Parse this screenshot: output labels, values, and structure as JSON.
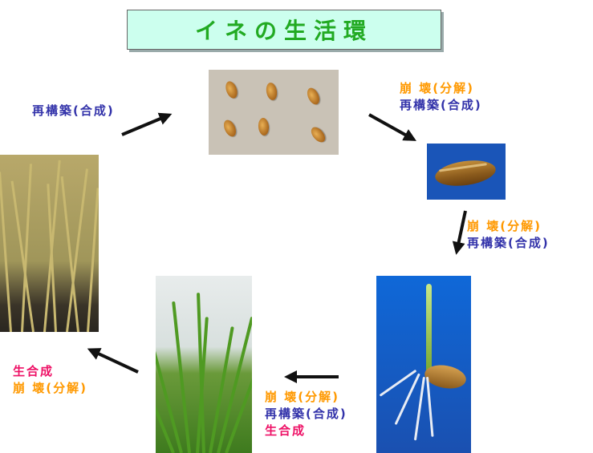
{
  "title": "イネの生活環",
  "labels": {
    "top_left": {
      "line1": "再構築(合成)"
    },
    "top_right": {
      "line1": "崩 壊(分解)",
      "line2": "再構築(合成)"
    },
    "right_mid": {
      "line1": "崩 壊(分解)",
      "line2": "再構築(合成)"
    },
    "bottom_mid": {
      "line1": "崩 壊(分解)",
      "line2": "再構築(合成)",
      "line3": "生合成"
    },
    "left": {
      "line1": "生合成",
      "line2": "崩 壊(分解)"
    }
  },
  "colors": {
    "decomposition": "#ff9900",
    "reconstruction": "#3333aa",
    "biosynthesis": "#ee1166",
    "title": "#22aa22",
    "title_box": "#ccffee"
  }
}
